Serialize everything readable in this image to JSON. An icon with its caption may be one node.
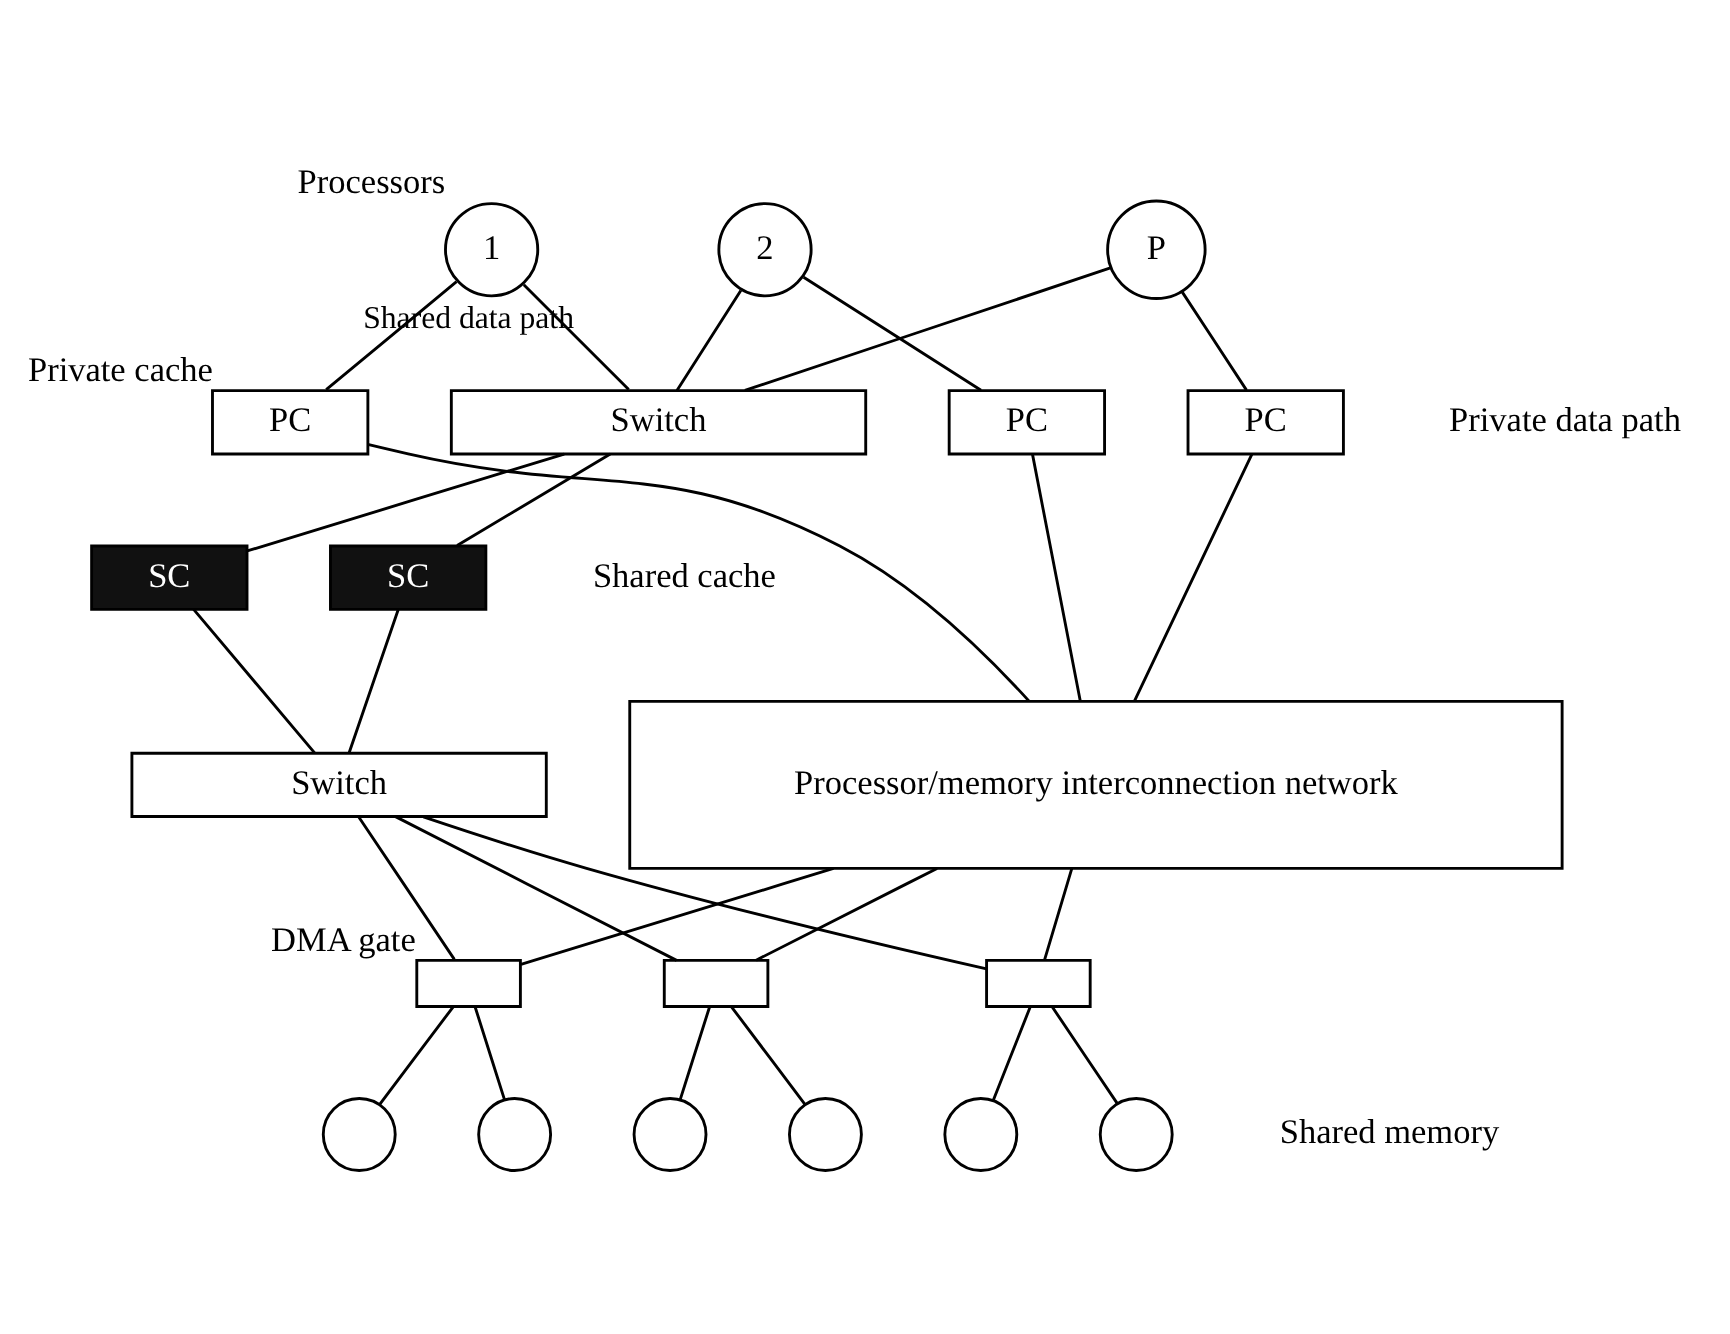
{
  "diagram": {
    "nodes": [
      {
        "text": [
          "1"
        ],
        "beside": [
          "Processors"
        ]
      },
      {
        "text": [
          "2"
        ]
      },
      {
        "text": [
          "P"
        ]
      },
      {
        "text": [
          "PC"
        ],
        "beside": [
          "Private cache"
        ]
      },
      {
        "text": [
          "PC"
        ]
      },
      {
        "text": [
          "PC"
        ]
      },
      {
        "text": [
          "Processor/memory interconnection network"
        ]
      },
      {
        "text": [
          "Switch"
        ]
      },
      {
        "text": [
          "SC"
        ]
      },
      {
        "text": [
          "SC"
        ]
      },
      {
        "text": [
          "Switch"
        ]
      },
      {
        "text": [],
        "shape": "box",
        "beside": [
          "DMA gate"
        ]
      },
      {
        "text": [],
        "shape": "box"
      },
      {
        "text": [],
        "shape": "box"
      },
      {
        "text": [],
        "shape": "circle"
      },
      {
        "text": [],
        "shape": "circle"
      },
      {
        "text": [],
        "shape": "circle"
      },
      {
        "text": [],
        "shape": "circle"
      },
      {
        "text": [],
        "shape": "circle"
      },
      {
        "text": [],
        "shape": "circle"
      }
    ],
    "edges": [
      {
        "from": 0,
        "to": 7,
        "arrow": "none",
        "label": "Shared data path"
      },
      {
        "from": 1,
        "to": 7,
        "arrow": "none"
      },
      {
        "from": 2,
        "to": 7,
        "arrow": "none"
      },
      {
        "from": 0,
        "to": 3,
        "arrow": "none"
      },
      {
        "from": 1,
        "to": 4,
        "arrow": "none"
      },
      {
        "from": 2,
        "to": 5,
        "arrow": "none"
      },
      {
        "from": 3,
        "to": 6,
        "arrow": "none"
      },
      {
        "from": 4,
        "to": 6,
        "arrow": "none"
      },
      {
        "from": 5,
        "to": 6,
        "arrow": "none"
      },
      {
        "from": 7,
        "to": 8,
        "arrow": "none"
      },
      {
        "from": 7,
        "to": 9,
        "arrow": "none"
      },
      {
        "from": 8,
        "to": 10,
        "arrow": "none"
      },
      {
        "from": 9,
        "to": 10,
        "arrow": "none"
      },
      {
        "from": 6,
        "to": 11,
        "arrow": "none"
      },
      {
        "from": 6,
        "to": 12,
        "arrow": "none"
      },
      {
        "from": 6,
        "to": 13,
        "arrow": "none"
      },
      {
        "from": 10,
        "to": 13,
        "arrow": "none"
      },
      {
        "from": 10,
        "to": 12,
        "arrow": "none"
      },
      {
        "from": 10,
        "to": 11,
        "arrow": "none"
      },
      {
        "from": 11,
        "to": 14,
        "arrow": "none"
      },
      {
        "from": 11,
        "to": 15,
        "arrow": "none"
      },
      {
        "from": 12,
        "to": 16,
        "arrow": "none"
      },
      {
        "from": 12,
        "to": 17,
        "arrow": "none"
      },
      {
        "from": 13,
        "to": 18,
        "arrow": "none"
      },
      {
        "from": 13,
        "to": 19,
        "arrow": "none"
      }
    ],
    "labels": [
      "Private data path",
      "Shared cache",
      "Shared memory"
    ]
  }
}
